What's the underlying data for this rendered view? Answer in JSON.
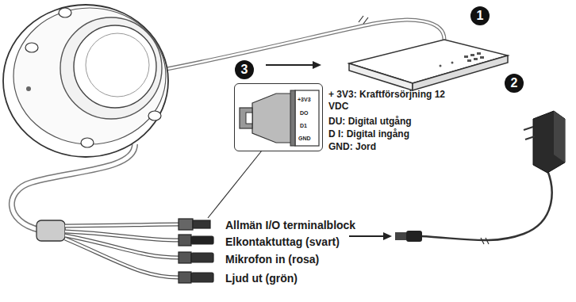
{
  "diagram": {
    "nodes": [
      {
        "text": [
          "+3V3",
          "DO",
          "D1",
          "GND"
        ]
      }
    ],
    "labels": [
      "1",
      "2",
      "3",
      "+ 3V3: Kraftförsörjning 12 VDC",
      "DU: Digital utgång",
      "D I: Digital ingång",
      "GND: Jord",
      "Allmän I/O terminalblock",
      "Elkontaktuttag (svart)",
      "Mikrofon in (rosa)",
      "Ljud ut (grön)"
    ]
  }
}
